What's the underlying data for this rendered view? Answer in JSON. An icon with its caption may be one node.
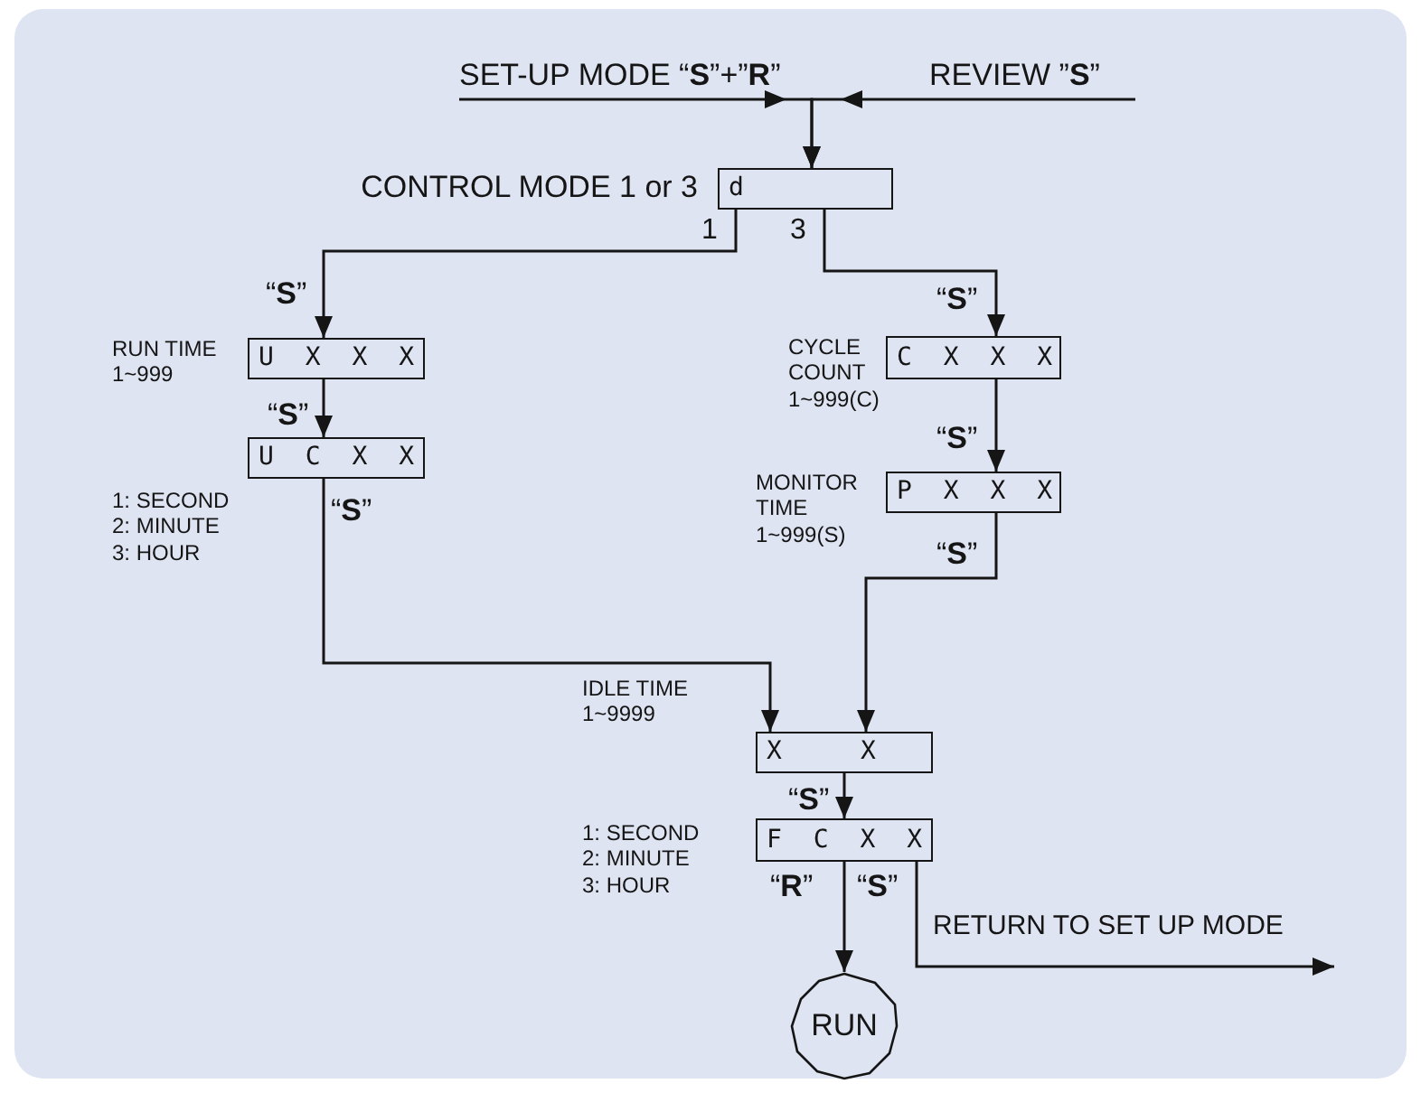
{
  "diagram": {
    "nodes": [
      {
        "text": [
          "SET-UP MODE “**S**”+”**R**”"
        ]
      },
      {
        "text": [
          "REVIEW ”**S**”"
        ]
      },
      {
        "text": [
          "d"
        ],
        "beside": [
          "CONTROL MODE 1 or 3"
        ]
      },
      {
        "text": [
          "U X X X"
        ],
        "beside": [
          "RUN TIME 1~999"
        ]
      },
      {
        "text": [
          "U C X X"
        ],
        "beside": [
          "1: SECOND 2: MINUTE 3: HOUR"
        ]
      },
      {
        "text": [
          "C X X X"
        ],
        "beside": [
          "CYCLE COUNT 1~999(C)"
        ]
      },
      {
        "text": [
          "P X X X"
        ],
        "beside": [
          "MONITOR TIME 1~999(S)"
        ]
      },
      {
        "text": [
          "X",
          "X"
        ],
        "beside": [
          "IDLE TIME 1~9999"
        ]
      },
      {
        "text": [
          "F C X X"
        ],
        "beside": [
          "1: SECOND 2: MINUTE 3: HOUR"
        ]
      },
      {
        "text": [
          "RUN"
        ]
      }
    ],
    "edges": [
      {
        "from": 0,
        "to": 2,
        "arrow": "to"
      },
      {
        "from": 1,
        "to": 2,
        "arrow": "to"
      },
      {
        "from": 2,
        "to": 3,
        "arrow": "to",
        "label": "“**S**”"
      },
      {
        "from": 3,
        "to": 4,
        "arrow": "to",
        "label": "“**S**”"
      },
      {
        "from": 2,
        "to": 5,
        "arrow": "to",
        "label": "“**S**”"
      },
      {
        "from": 5,
        "to": 6,
        "arrow": "to",
        "label": "“**S**”"
      },
      {
        "from": 4,
        "to": 7,
        "arrow": "to",
        "label": "“**S**”"
      },
      {
        "from": 6,
        "to": 7,
        "arrow": "to",
        "label": "“**S**”"
      },
      {
        "from": 7,
        "to": 8,
        "arrow": "to",
        "label": "“**S**”"
      },
      {
        "from": 8,
        "to": 9,
        "arrow": "to",
        "label": "“**R**”"
      },
      {
        "from": 8,
        "to": null,
        "arrow": "to",
        "label": "“**S**”"
      }
    ],
    "labels": [
      "1",
      "3",
      "RETURN TO SET UP MODE"
    ]
  }
}
